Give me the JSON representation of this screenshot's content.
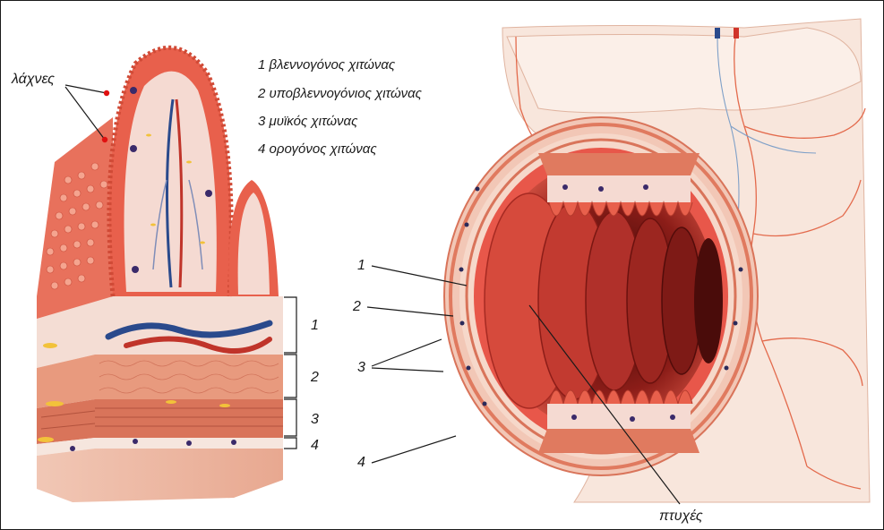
{
  "legend": {
    "items": [
      "1 βλεννογόνος χιτώνας",
      "2 υποβλεννογόνιος χιτώνας",
      "3 μυϊκός χιτώνας",
      "4 ορογόνος χιτώνας"
    ]
  },
  "left_figure": {
    "villi_label": "λάχνες",
    "layer_numbers": [
      "1",
      "2",
      "3",
      "4"
    ]
  },
  "right_figure": {
    "layer_numbers": [
      "1",
      "2",
      "3",
      "4"
    ],
    "folds_label": "πτυχές"
  },
  "colors": {
    "mucosa": "#e8574a",
    "tissue_light": "#f6dcd2",
    "muscle": "#e07a5f",
    "submucosa": "#f2b8a2",
    "vein": "#2a4a8c",
    "fat": "#f2c23a",
    "outline": "#1a1a1a"
  }
}
